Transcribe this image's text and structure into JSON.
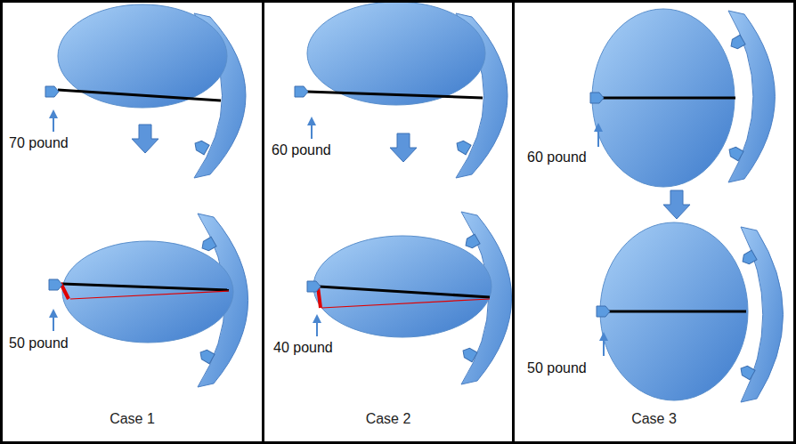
{
  "diagram": {
    "nodes": [
      {
        "text": [
          "Case 1"
        ]
      },
      {
        "text": [
          "Case 2"
        ]
      },
      {
        "text": [
          "Case 3"
        ]
      }
    ],
    "labels": [
      "70 pound",
      "50 pound",
      "60 pound",
      "40 pound",
      "60 pound",
      "50 pound"
    ]
  }
}
